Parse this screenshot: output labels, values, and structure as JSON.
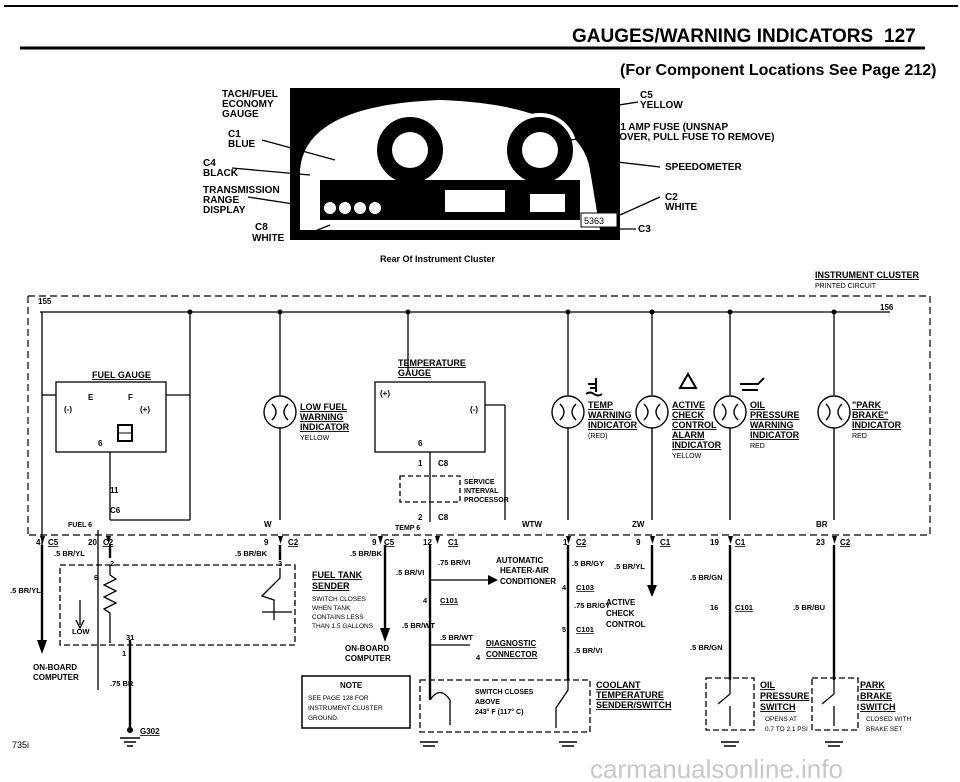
{
  "header": {
    "title": "GAUGES/WARNING INDICATORS",
    "page": "127",
    "subtitle": "(For Component Locations See Page 212)"
  },
  "cluster": {
    "caption": "Rear Of Instrument Cluster",
    "label_left": [
      [
        "TACH/FUEL",
        "ECONOMY",
        "GAUGE"
      ],
      [
        "C1",
        "BLUE"
      ],
      [
        "C4",
        "BLACK"
      ],
      [
        "TRANSMISSION",
        "RANGE",
        "DISPLAY"
      ],
      [
        "C8",
        "WHITE"
      ]
    ],
    "label_right": [
      [
        "C5",
        "YELLOW"
      ],
      [
        ".01 AMP FUSE (UNSNAP",
        "COVER, PULL FUSE TO REMOVE)"
      ],
      [
        "SPEEDOMETER"
      ],
      [
        "C2",
        "WHITE"
      ],
      [
        "C3"
      ]
    ],
    "box_number": "5363"
  },
  "printed_circuit": {
    "title": "INSTRUMENT CLUSTER",
    "sub": "PRINTED CIRCUIT",
    "left_num": "155",
    "right_num": "156"
  },
  "fuel_gauge": {
    "title": "FUEL GAUGE",
    "e": "E",
    "f": "F",
    "minus": "(-)",
    "plus": "(+)",
    "p6": "6",
    "p11": "11",
    "c6": "C6",
    "fuel6": "FUEL 6"
  },
  "temp_gauge": {
    "title": "TEMPERATURE",
    "title2": "GAUGE",
    "plus": "(+)",
    "minus": "(-)",
    "p6": "6",
    "p1c8": "1",
    "c8": "C8",
    "p2c8": "2",
    "c8b": "C8",
    "temp6": "TEMP 6"
  },
  "service": [
    "SERVICE",
    "INTERVAL",
    "PROCESSOR"
  ],
  "indicators": [
    {
      "lines": [
        "LOW FUEL",
        "WARNING",
        "INDICATOR"
      ],
      "color": "YELLOW"
    },
    {
      "lines": [
        "TEMP",
        "WARNING",
        "INDICATOR"
      ],
      "color": "(RED)"
    },
    {
      "lines": [
        "ACTIVE",
        "CHECK",
        "CONTROL",
        "ALARM",
        "INDICATOR"
      ],
      "color": "YELLOW"
    },
    {
      "lines": [
        "OIL",
        "PRESSURE",
        "WARNING",
        "INDICATOR"
      ],
      "color": "RED"
    },
    {
      "lines": [
        "\"PARK",
        "BRAKE\"",
        "INDICATOR"
      ],
      "color": "RED"
    }
  ],
  "pins": {
    "w": "W",
    "wtw": "WTW",
    "zw": "ZW",
    "br": "BR",
    "p4": "4",
    "c5": "C5",
    "p20": "20",
    "c2a": "C2",
    "p9a": "9",
    "c2b": "C2",
    "p9b": "9",
    "c5b": "C5",
    "p12": "12",
    "c1a": "C1",
    "p1": "1",
    "c2c": "C2",
    "p9c": "9",
    "c1b": "C1",
    "p19": "19",
    "c1c": "C1",
    "p23": "23",
    "c2d": "C2",
    "p2": "2",
    "p3": "3",
    "p6": "6",
    "p31": "31",
    "p1b": "1"
  },
  "wires": {
    "brylA": ".5 BR/YL",
    "brylB": ".5 BR/YL",
    "brbk1": ".5 BR/BK",
    "brbk2": ".5 BR/BK",
    "brvi1": ".5 BR/VI",
    "brvi2": ".75 BR/VI",
    "brgy1": ".5 BR/GY",
    "bryl3": ".5 BR/YL",
    "brgn1": ".5 BR/GN",
    "brwt": ".5 BR/WT",
    "brwt2": ".5 BR/WT",
    "brgy2": ".75 BR/GY",
    "brvi3": ".5 BR/VI",
    "brgn2": ".5 BR/GN",
    "brbu": ".5 BR/BU",
    "br75": ".75 BR"
  },
  "sender": {
    "lines": [
      "FUEL TANK",
      "SENDER"
    ],
    "note": [
      "SWITCH CLOSES",
      "WHEN TANK",
      "CONTAINS LESS",
      "THAN 1.5 GALLONS"
    ],
    "low": "LOW"
  },
  "conn": {
    "c101a": "C101",
    "p4a": "4",
    "c101b": "C101",
    "p5": "5",
    "c101c": "C101",
    "p16": "16",
    "c103": "C103",
    "p4b": "4",
    "p4c": "4"
  },
  "onboard_left": [
    "ON-BOARD",
    "COMPUTER"
  ],
  "onboard_mid": [
    "ON-BOARD",
    "COMPUTER"
  ],
  "auto": [
    "AUTOMATIC",
    "HEATER-AIR",
    "CONDITIONER"
  ],
  "diag": [
    "DIAGNOSTIC",
    "CONNECTOR"
  ],
  "active_check": [
    "ACTIVE",
    "CHECK",
    "CONTROL"
  ],
  "note": {
    "title": "NOTE",
    "lines": [
      "SEE PAGE 128 FOR",
      "INSTRUMENT CLUSTER",
      "GROUND."
    ]
  },
  "coolant": {
    "lines": [
      "COOLANT",
      "TEMPERATURE",
      "SENDER/SWITCH"
    ],
    "sw": [
      "SWITCH CLOSES",
      "ABOVE",
      "243° F (117° C)"
    ]
  },
  "oil_sw": {
    "lines": [
      "OIL",
      "PRESSURE",
      "SWITCH"
    ],
    "note": [
      "OPENS AT",
      "0.7 TO 2.1 PSI"
    ]
  },
  "park_sw": {
    "lines": [
      "PARK",
      "BRAKE",
      "SWITCH"
    ],
    "note": [
      "CLOSED WITH",
      "BRAKE SET"
    ]
  },
  "ground": "G302",
  "footer_left": "735i",
  "watermark": "carmanualsonline.info"
}
